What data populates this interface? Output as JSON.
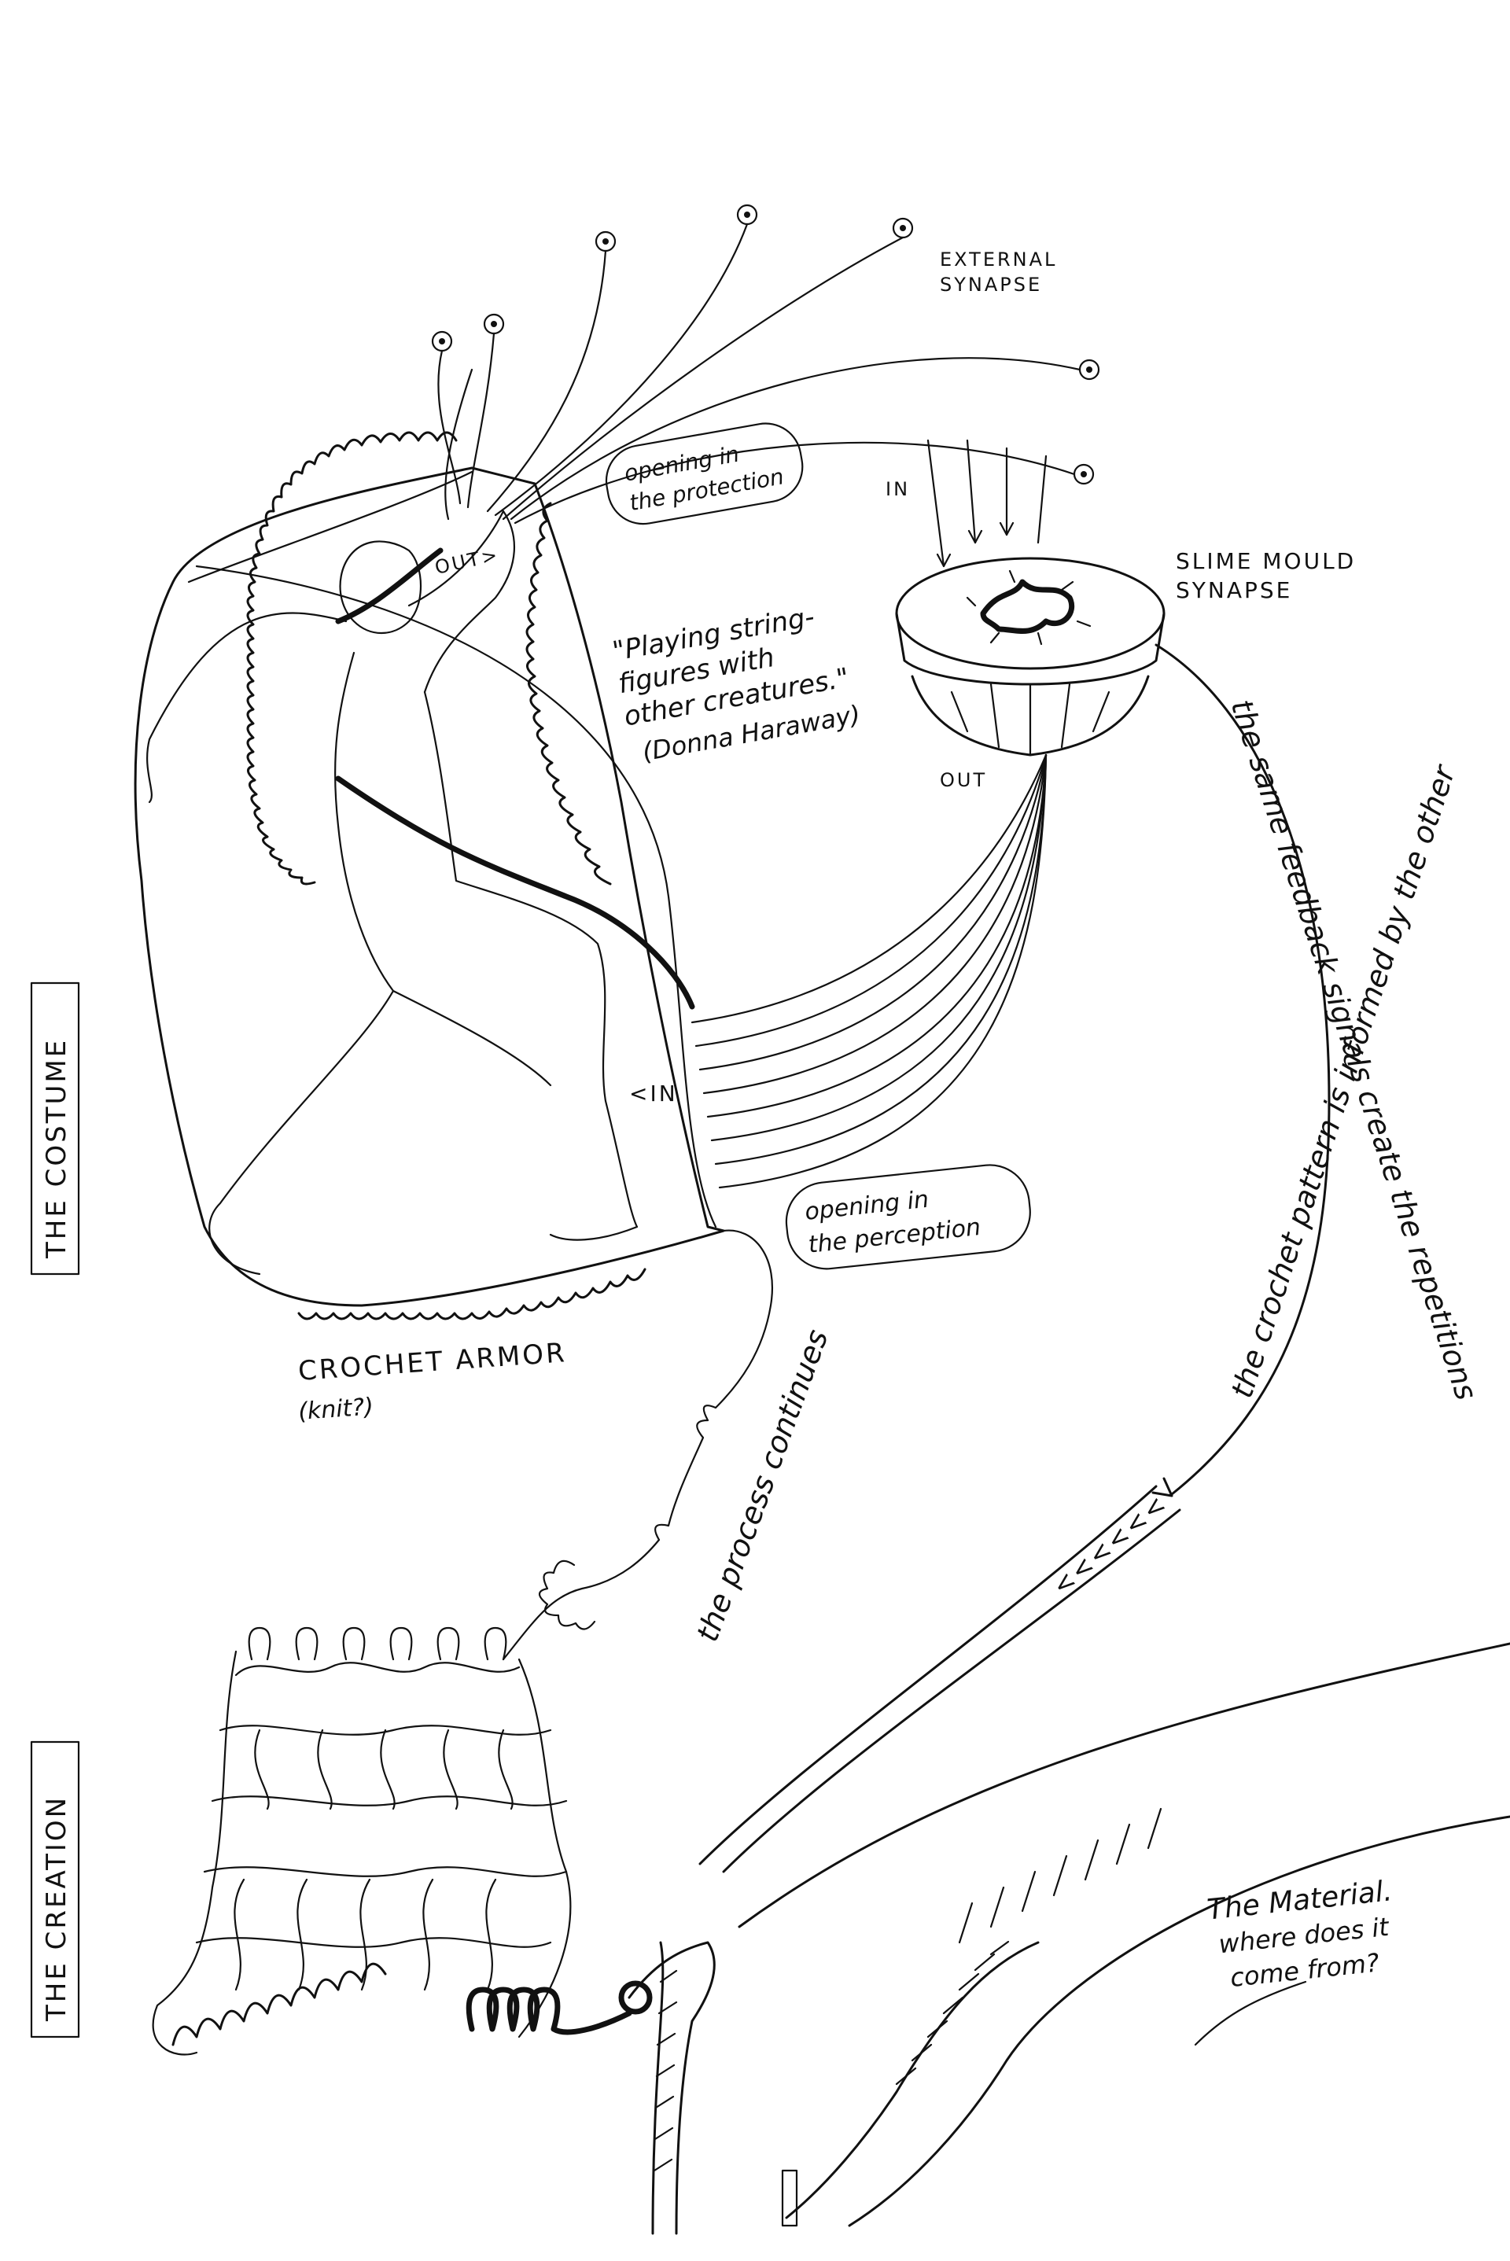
{
  "labels": {
    "external_synapse": [
      "EXTERNAL",
      "SYNAPSE"
    ],
    "opening_protection": [
      "opening in",
      "the protection"
    ],
    "in_top": "IN",
    "out_arm": "OUT>",
    "slime_mould": [
      "SLIME MOULD",
      "SYNAPSE"
    ],
    "quote": [
      "\"Playing string-",
      "figures with",
      "other creatures.\"",
      "(Donna Haraway)"
    ],
    "out_bottom": "OUT",
    "in_left": "<IN",
    "opening_perception": [
      "opening in",
      "the perception"
    ],
    "crochet_armor": "CROCHET ARMOR",
    "knit": "(knit?)",
    "process_continues": "the process continues",
    "feedback_line1": "the same feedback signals create the repetitions",
    "feedback_line2": "the crochet pattern is informed by the other",
    "arrows": "<<<<<<",
    "material": [
      "The Material.",
      "where does it",
      "come from?"
    ],
    "costume": "THE COSTUME",
    "creation": "THE CREATION"
  },
  "colors": {
    "ink": "#111111",
    "paper": "#ffffff"
  }
}
